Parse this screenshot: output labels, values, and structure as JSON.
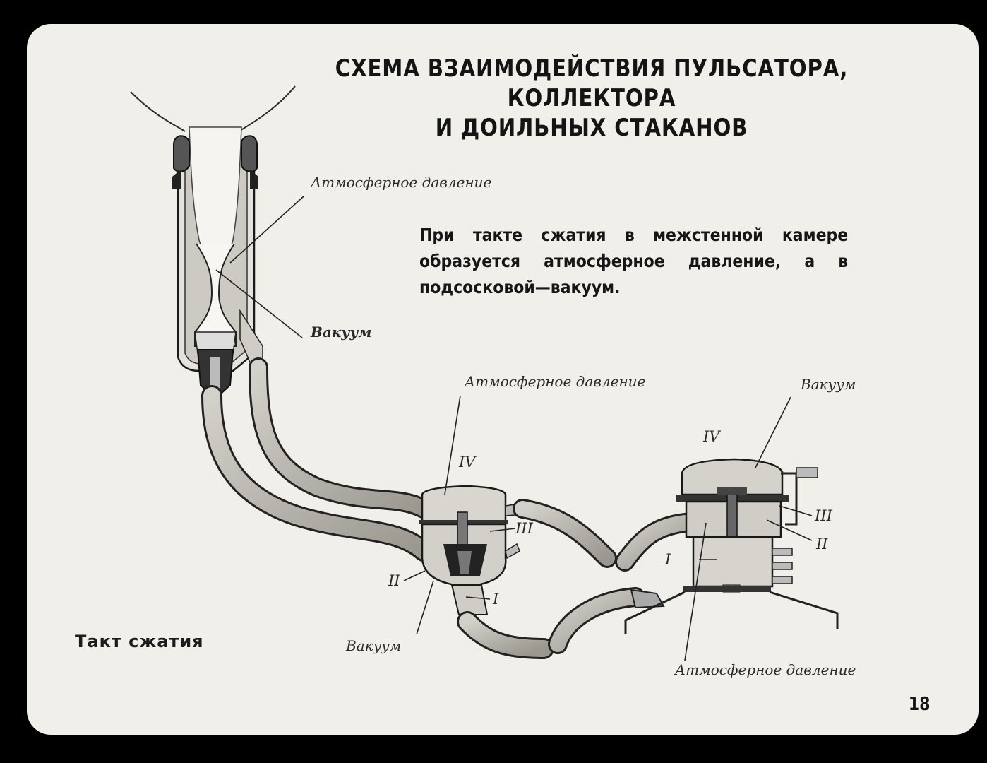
{
  "title": {
    "line1": "СХЕМА ВЗАИМОДЕЙСТВИЯ ПУЛЬСАТОРА, КОЛЛЕКТОРА",
    "line2": "И ДОИЛЬНЫХ СТАКАНОВ"
  },
  "description": "При такте сжатия в межстенной камере образуется атмосферное давление, а в подсосковой—вакуум.",
  "labels": {
    "cup_atmospheric": "Атмосферное давление",
    "cup_vacuum": "Вакуум",
    "collector_atmospheric": "Атмосферное давление",
    "collector_vacuum": "Вакуум",
    "pulsator_vacuum": "Вакуум",
    "pulsator_atmospheric": "Атмосферное давление"
  },
  "roman": {
    "collector_IV": "IV",
    "collector_III": "III",
    "collector_II": "II",
    "collector_I": "I",
    "pulsator_IV": "IV",
    "pulsator_III": "III",
    "pulsator_II": "II",
    "pulsator_I": "I"
  },
  "caption": "Такт сжатия",
  "page_number": "18",
  "colors": {
    "background": "#f0efea",
    "frame": "#000000",
    "ink": "#1a1a1a",
    "tube_fill": "#b9b6ae",
    "chamber_fill": "#d6d4cd"
  }
}
